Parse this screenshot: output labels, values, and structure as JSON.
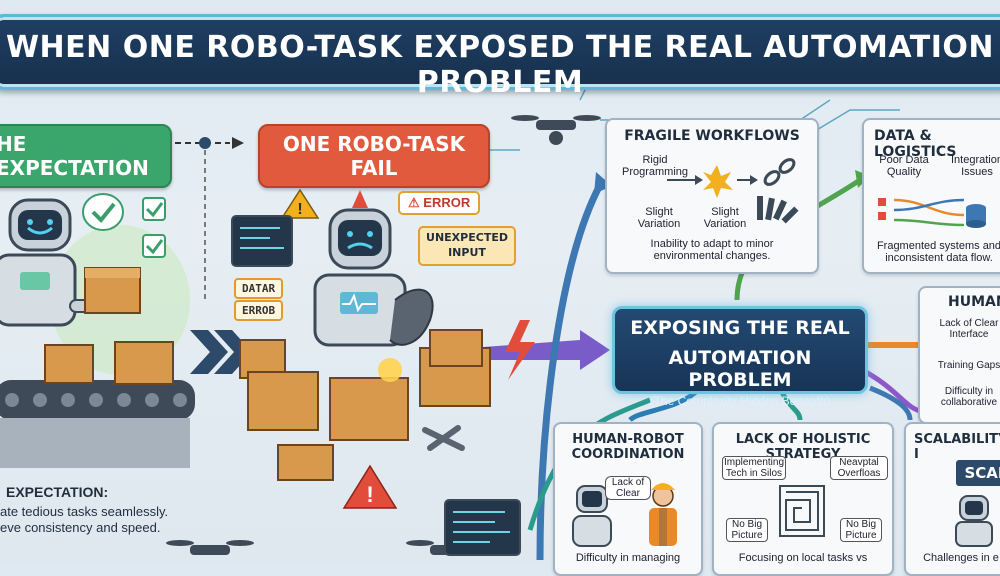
{
  "title": "WHEN ONE ROBO-TASK EXPOSED THE REAL AUTOMATION PROBLEM",
  "expectation": {
    "pill": "HE EXPECTATION",
    "heading": "EXPECTATION:",
    "line1": "ate tedious tasks seamlessly.",
    "line2": "eve consistency and speed."
  },
  "fail": {
    "pill": "ONE ROBO-TASK FAIL",
    "error_label": "ERROR",
    "unexpected_line1": "UNEXPECTED",
    "unexpected_line2": "INPUT",
    "datar_tag": "DATAR",
    "errob_tag": "ERROB"
  },
  "fragile": {
    "title": "FRAGILE WORKFLOWS",
    "rigid_line1": "Rigid",
    "rigid_line2": "Programming",
    "slight1_line1": "Slight",
    "slight1_line2": "Variation",
    "slight2_line1": "Slight",
    "slight2_line2": "Variation",
    "desc_line1": "Inability to adapt to minor",
    "desc_line2": "environmental changes."
  },
  "data_logistics": {
    "title": "DATA & LOGISTICS",
    "poor_line1": "Poor Data",
    "poor_line2": "Quality",
    "integ_line1": "Integration",
    "integ_line2": "Issues",
    "desc_line1": "Fragmented systems and",
    "desc_line2": "inconsistent data flow."
  },
  "center": {
    "line1": "EXPOSING THE REAL",
    "line2": "AUTOMATION PROBLEM",
    "sub": "(The Complexity Hidden Beneath)"
  },
  "human": {
    "title": "HUMAN-",
    "item1_line1": "Lack of Clear",
    "item1_line2": "Interface",
    "item2": "Training Gaps",
    "desc_line1": "Difficulty in",
    "desc_line2": "collaborative"
  },
  "hrc": {
    "title_line1": "HUMAN-ROBOT",
    "title_line2": "COORDINATION",
    "bubble_line1": "Lack of",
    "bubble_line2": "Clear",
    "desc": "Difficulty in managing"
  },
  "holistic": {
    "title": "LACK OF HOLISTIC STRATEGY",
    "impl_line1": "Implementing",
    "impl_line2": "Tech in Silos",
    "neav_line1": "Neavptal",
    "neav_line2": "Overfloas",
    "nobig1_line1": "No Big",
    "nobig1_line2": "Picture",
    "nobig2_line1": "No Big",
    "nobig2_line2": "Picture",
    "desc": "Focusing on local tasks vs"
  },
  "scalability": {
    "title": "SCALABILITY I",
    "sign": "SCAL",
    "desc": "Challenges in e"
  }
}
